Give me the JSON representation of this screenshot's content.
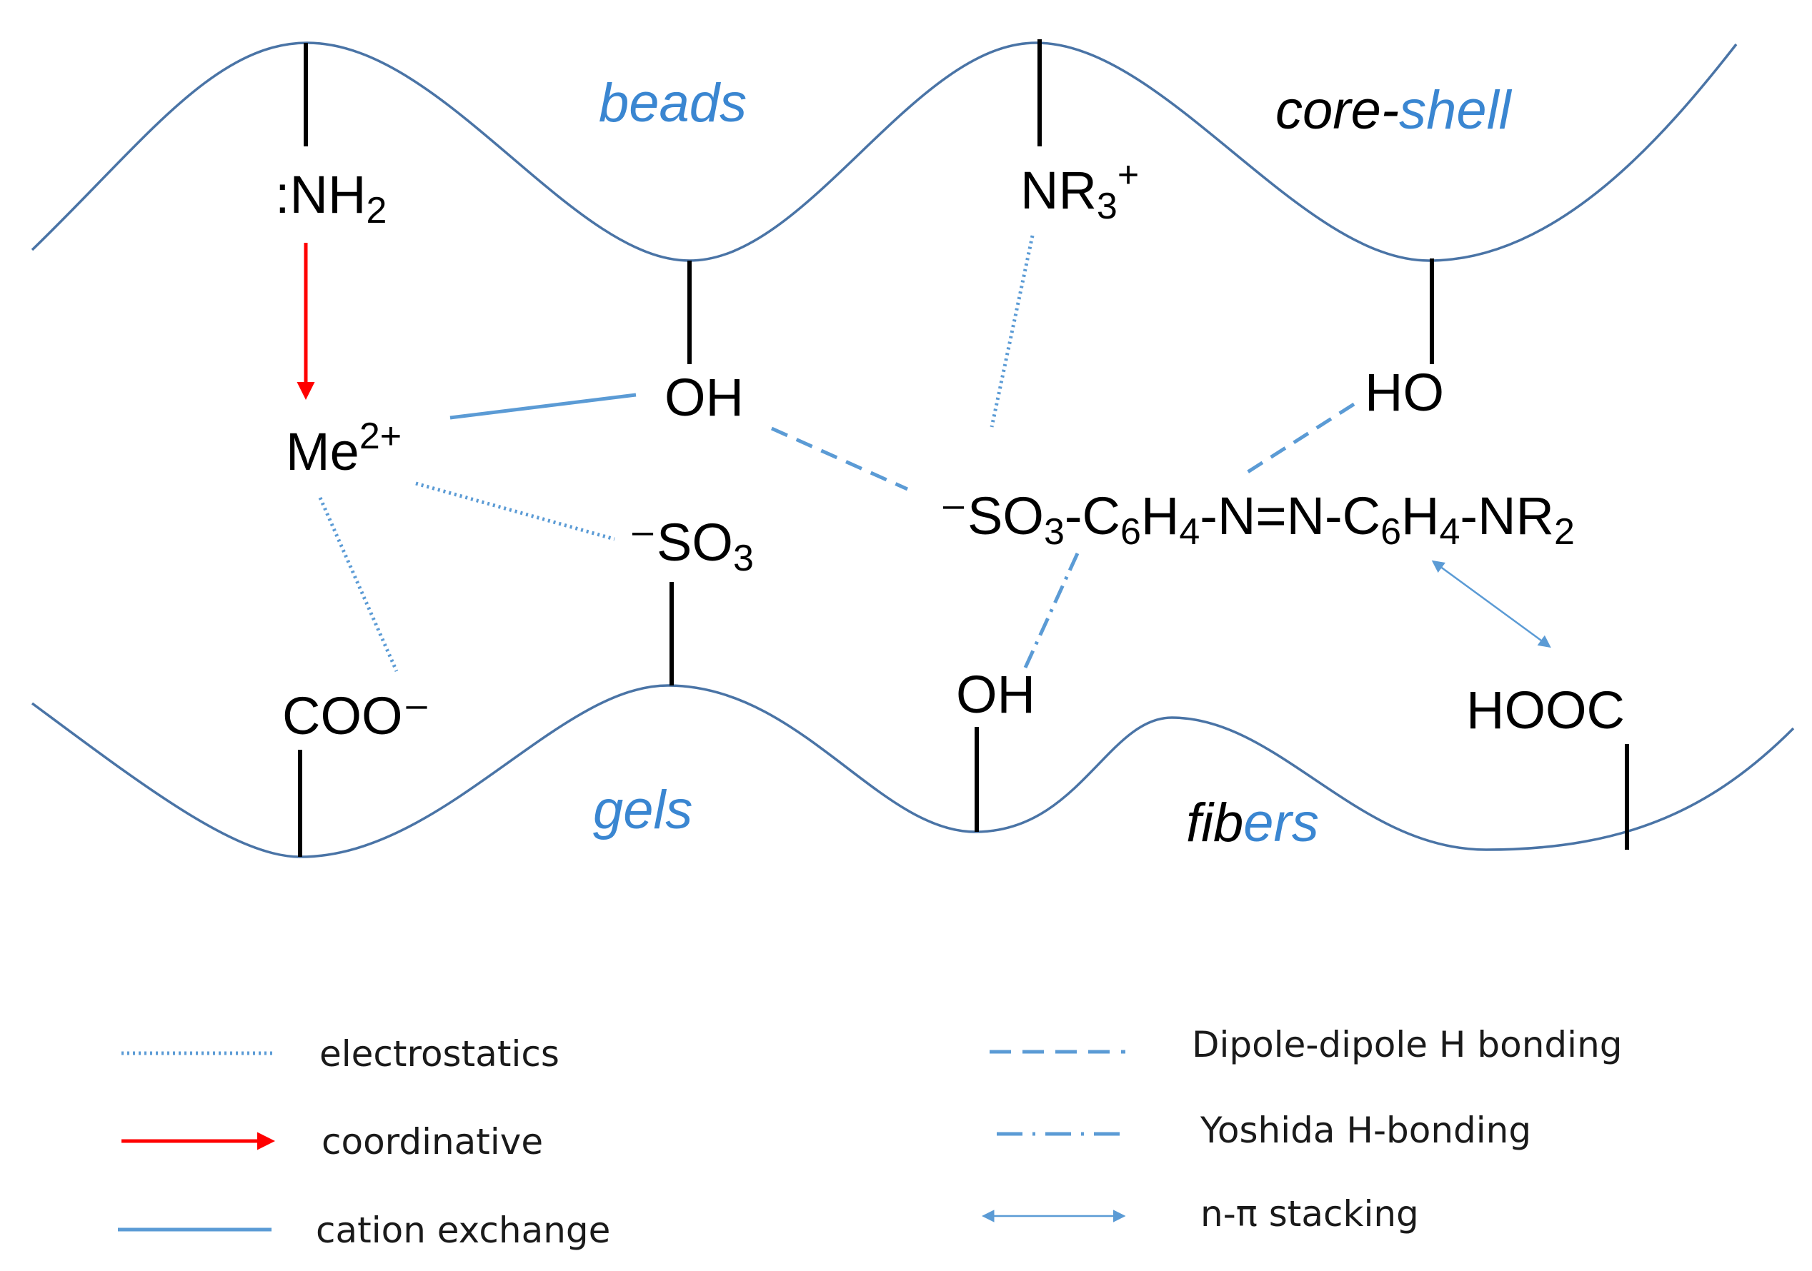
{
  "colors": {
    "interaction_blue": "#5b9bd5",
    "coordinative_red": "#ff0000",
    "surface_line": "#4a74a6",
    "italic_blue": "#3a86d1"
  },
  "surface_labels": {
    "beads": "beads",
    "core_prefix": "core-",
    "core_suffix": "shell",
    "gels": "gels",
    "fibers_prefix": "fib",
    "fibers_suffix": "ers"
  },
  "groups": {
    "nh2": {
      "base": ":NH",
      "sub": "2"
    },
    "nr3": {
      "base": "NR",
      "sub": "3",
      "sup": "+"
    },
    "oh_top": "OH",
    "ho_top": "HO",
    "me": {
      "base": "Me",
      "sup": "2+"
    },
    "so3_group": {
      "pre": "⁻SO",
      "sub": "3"
    },
    "coo": "COO⁻",
    "oh_bottom": "OH",
    "hooc": "HOOC",
    "dye": {
      "p1": "⁻SO",
      "s1": "3",
      "p2": "-C",
      "s2": "6",
      "p3": "H",
      "s3": "4",
      "p4": "-N=N-C",
      "s4": "6",
      "p5": "H",
      "s5": "4",
      "p6": "-NR",
      "s6": "2"
    }
  },
  "legend": {
    "electrostatics": "electrostatics",
    "coordinative": "coordinative",
    "cation_exchange": "cation exchange",
    "dipole": "Dipole-dipole H bonding",
    "yoshida": "Yoshida H-bonding",
    "stacking": "n-π stacking"
  }
}
